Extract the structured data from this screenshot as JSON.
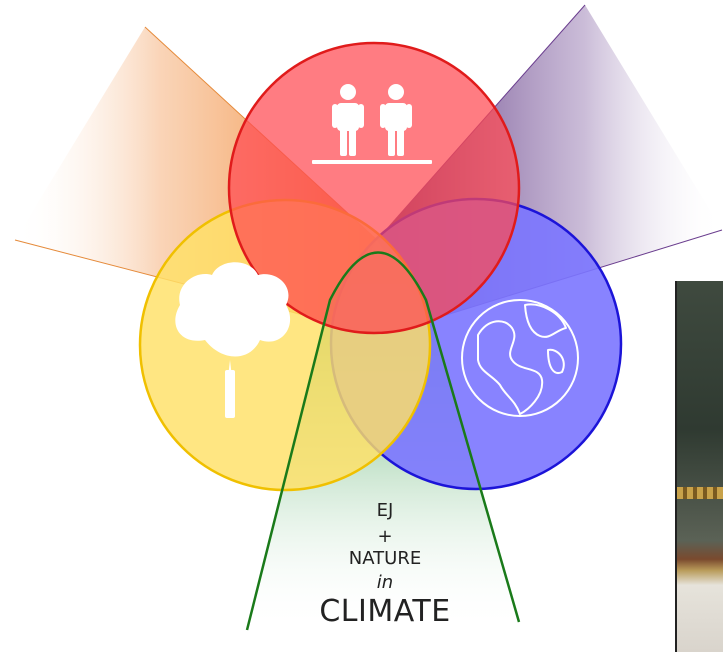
{
  "labels": {
    "line1": "EJ",
    "line2": "+",
    "line3": "NATURE",
    "line4": "in",
    "line5": "CLIMATE"
  },
  "colors": {
    "people_circle": "#ff6e74",
    "nature_circle": "#ffe066",
    "earth_circle": "#7b75ff",
    "people_stroke": "#e01b1b",
    "nature_stroke": "#f0c000",
    "earth_stroke": "#1c14d8",
    "cone": "#1a7a1a",
    "orange_fan": "#f08a30",
    "purple_fan": "#6a3d8e"
  },
  "icons": {
    "people": "people-icon",
    "tree": "tree-icon",
    "globe": "globe-icon"
  }
}
